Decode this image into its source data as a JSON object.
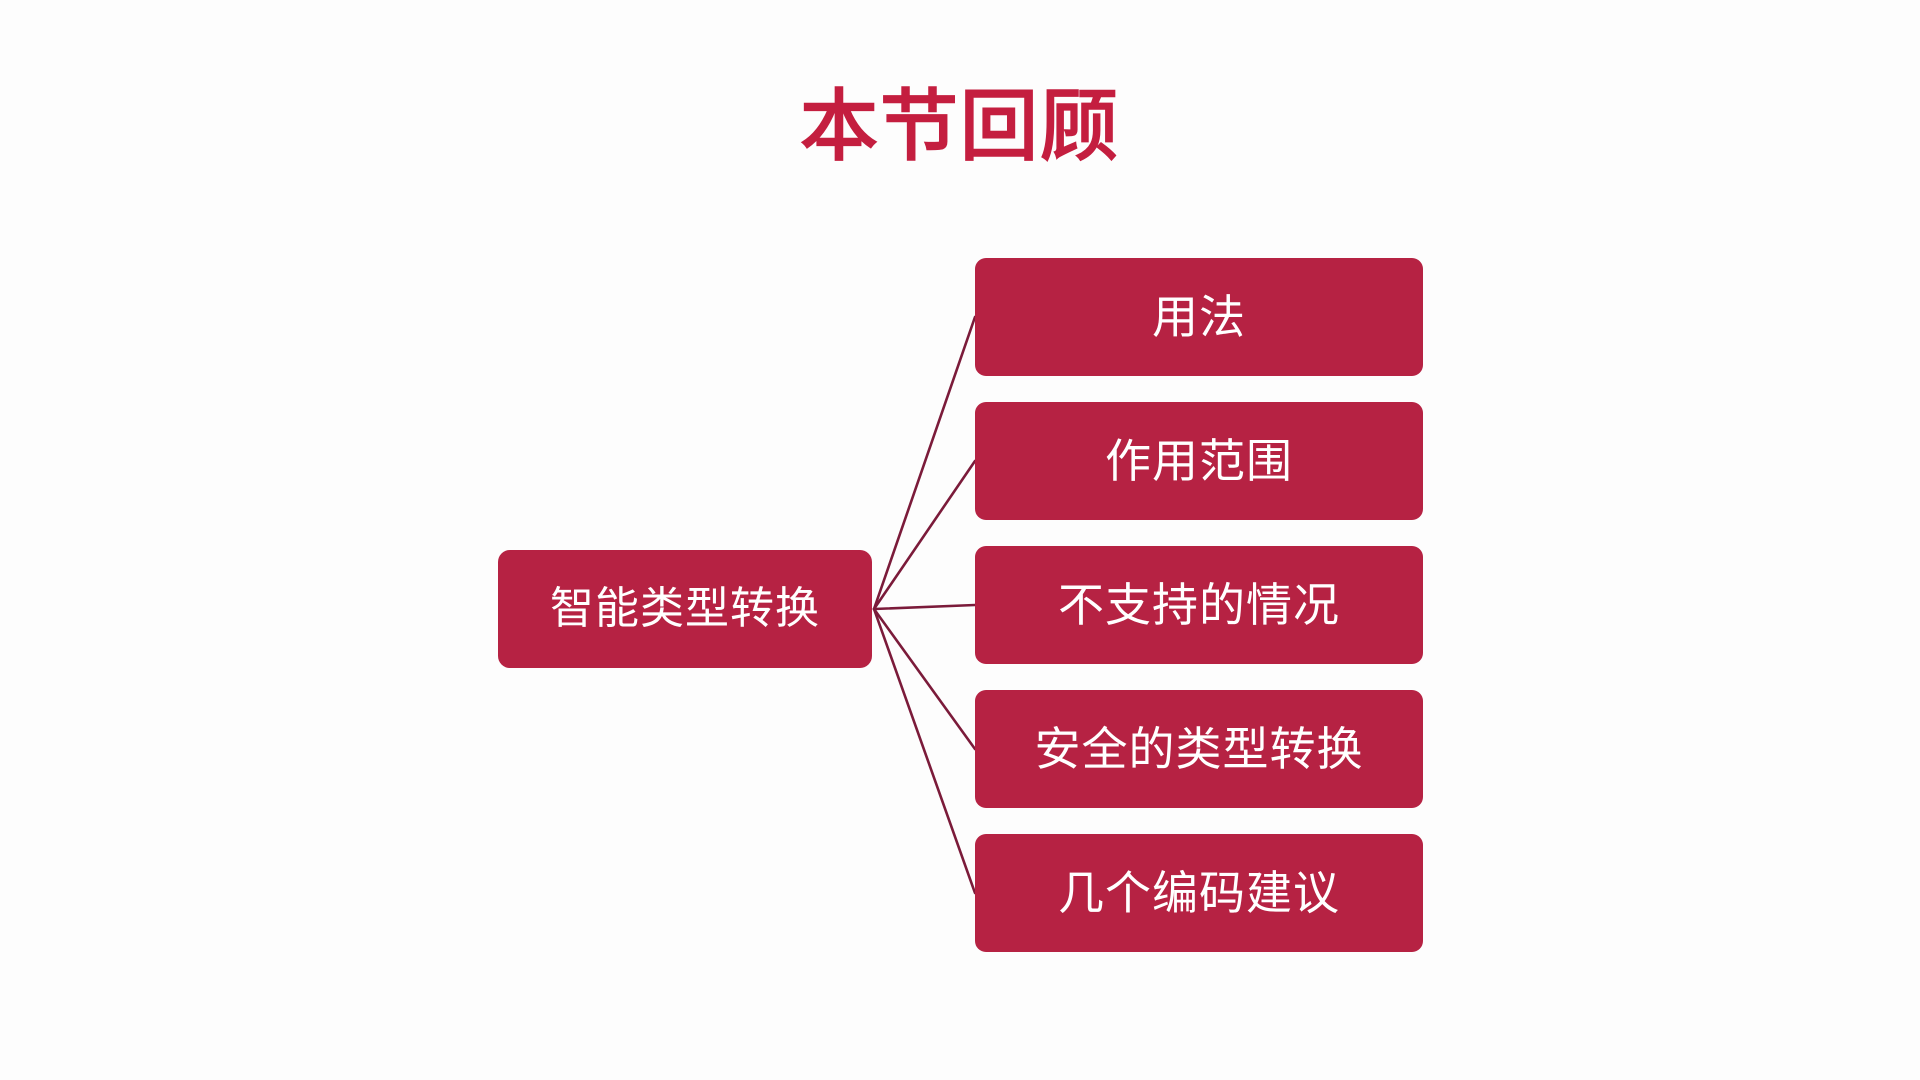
{
  "slide": {
    "title": "本节回顾",
    "background_color": "#fdfdfd",
    "title_color": "#c41e3f",
    "node_fill_color": "#b62243",
    "node_text_color": "#ffffff",
    "connector_color": "#7b1b3a"
  },
  "mindmap": {
    "root": {
      "label": "智能类型转换"
    },
    "branches": [
      {
        "label": "用法"
      },
      {
        "label": "作用范围"
      },
      {
        "label": "不支持的情况"
      },
      {
        "label": "安全的类型转换"
      },
      {
        "label": "几个编码建议"
      }
    ]
  }
}
